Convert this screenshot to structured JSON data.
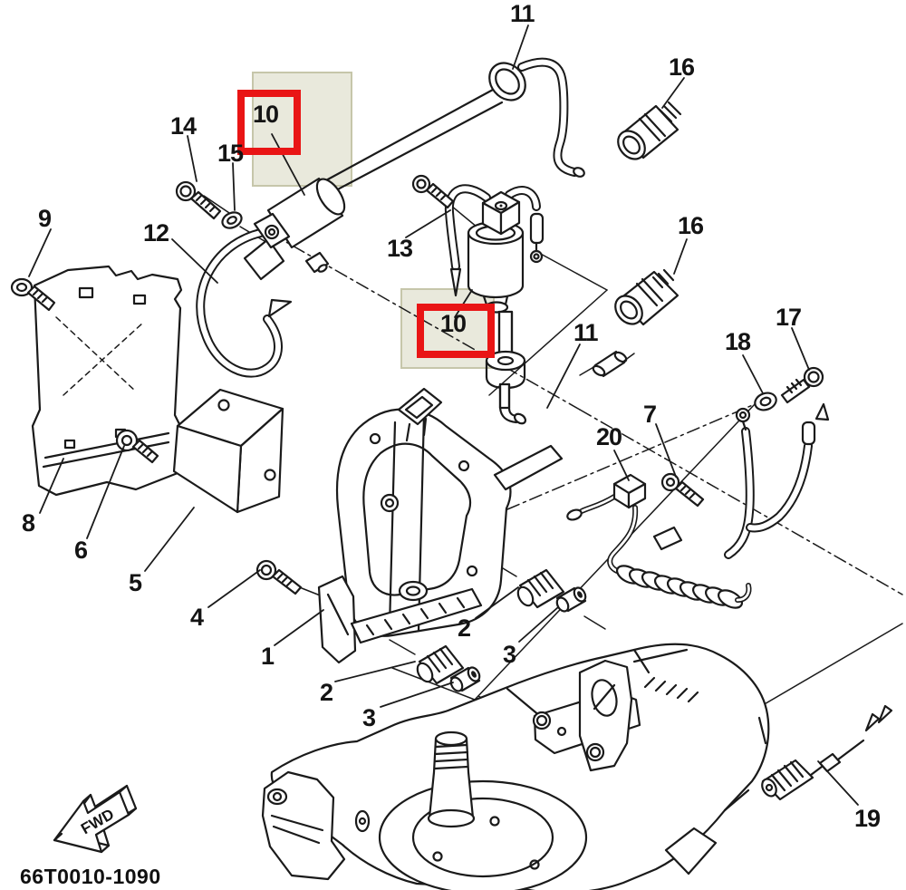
{
  "diagram": {
    "code": "66T0010-1090",
    "fwd_label": "FWD",
    "highlighted_part_number": "10",
    "colors": {
      "highlight_box": "#e91515",
      "highlight_region_fill": "#e9e9dc",
      "highlight_region_border": "#c6c6aa",
      "line": "#1a1a1a"
    }
  },
  "labels": [
    {
      "text": "11"
    },
    {
      "text": "16"
    },
    {
      "text": "14"
    },
    {
      "text": "15"
    },
    {
      "text": "10"
    },
    {
      "text": "9"
    },
    {
      "text": "12"
    },
    {
      "text": "13"
    },
    {
      "text": "10"
    },
    {
      "text": "16"
    },
    {
      "text": "11"
    },
    {
      "text": "17"
    },
    {
      "text": "18"
    },
    {
      "text": "7"
    },
    {
      "text": "20"
    },
    {
      "text": "8"
    },
    {
      "text": "6"
    },
    {
      "text": "5"
    },
    {
      "text": "4"
    },
    {
      "text": "1"
    },
    {
      "text": "2"
    },
    {
      "text": "3"
    },
    {
      "text": "2"
    },
    {
      "text": "3"
    },
    {
      "text": "19"
    }
  ]
}
